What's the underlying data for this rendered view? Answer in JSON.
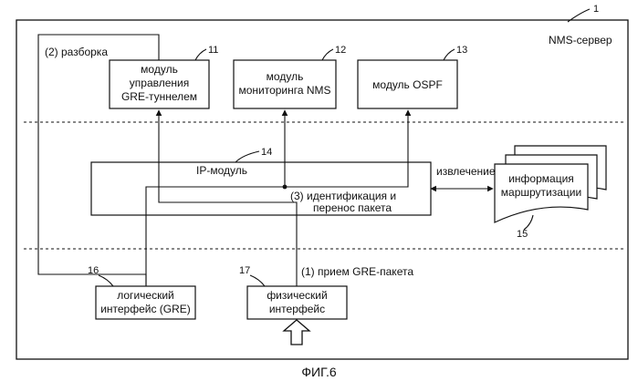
{
  "figure_caption": "ФИГ.6",
  "server": {
    "label": "NMS-сервер",
    "ref": "1"
  },
  "modules": {
    "gre": {
      "lines": [
        "модуль",
        "управления",
        "GRE-туннелем"
      ],
      "ref": "11"
    },
    "nms": {
      "lines": [
        "модуль",
        "мониторинга NMS"
      ],
      "ref": "12"
    },
    "ospf": {
      "lines": [
        "модуль OSPF"
      ],
      "ref": "13"
    },
    "ip": {
      "lines": [
        "IP-модуль"
      ],
      "ref": "14"
    },
    "routing": {
      "lines": [
        "информация",
        "маршрутизации"
      ],
      "ref": "15"
    },
    "logical": {
      "lines": [
        "логический",
        "интерфейс (GRE)"
      ],
      "ref": "16"
    },
    "physical": {
      "lines": [
        "физический",
        "интерфейс"
      ],
      "ref": "17"
    }
  },
  "annotations": {
    "step2": "(2) разборка",
    "step3_line1": "(3) идентификация и",
    "step3_line2": "перенос пакета",
    "step1": "(1) прием GRE-пакета",
    "extract": "извлечение"
  }
}
